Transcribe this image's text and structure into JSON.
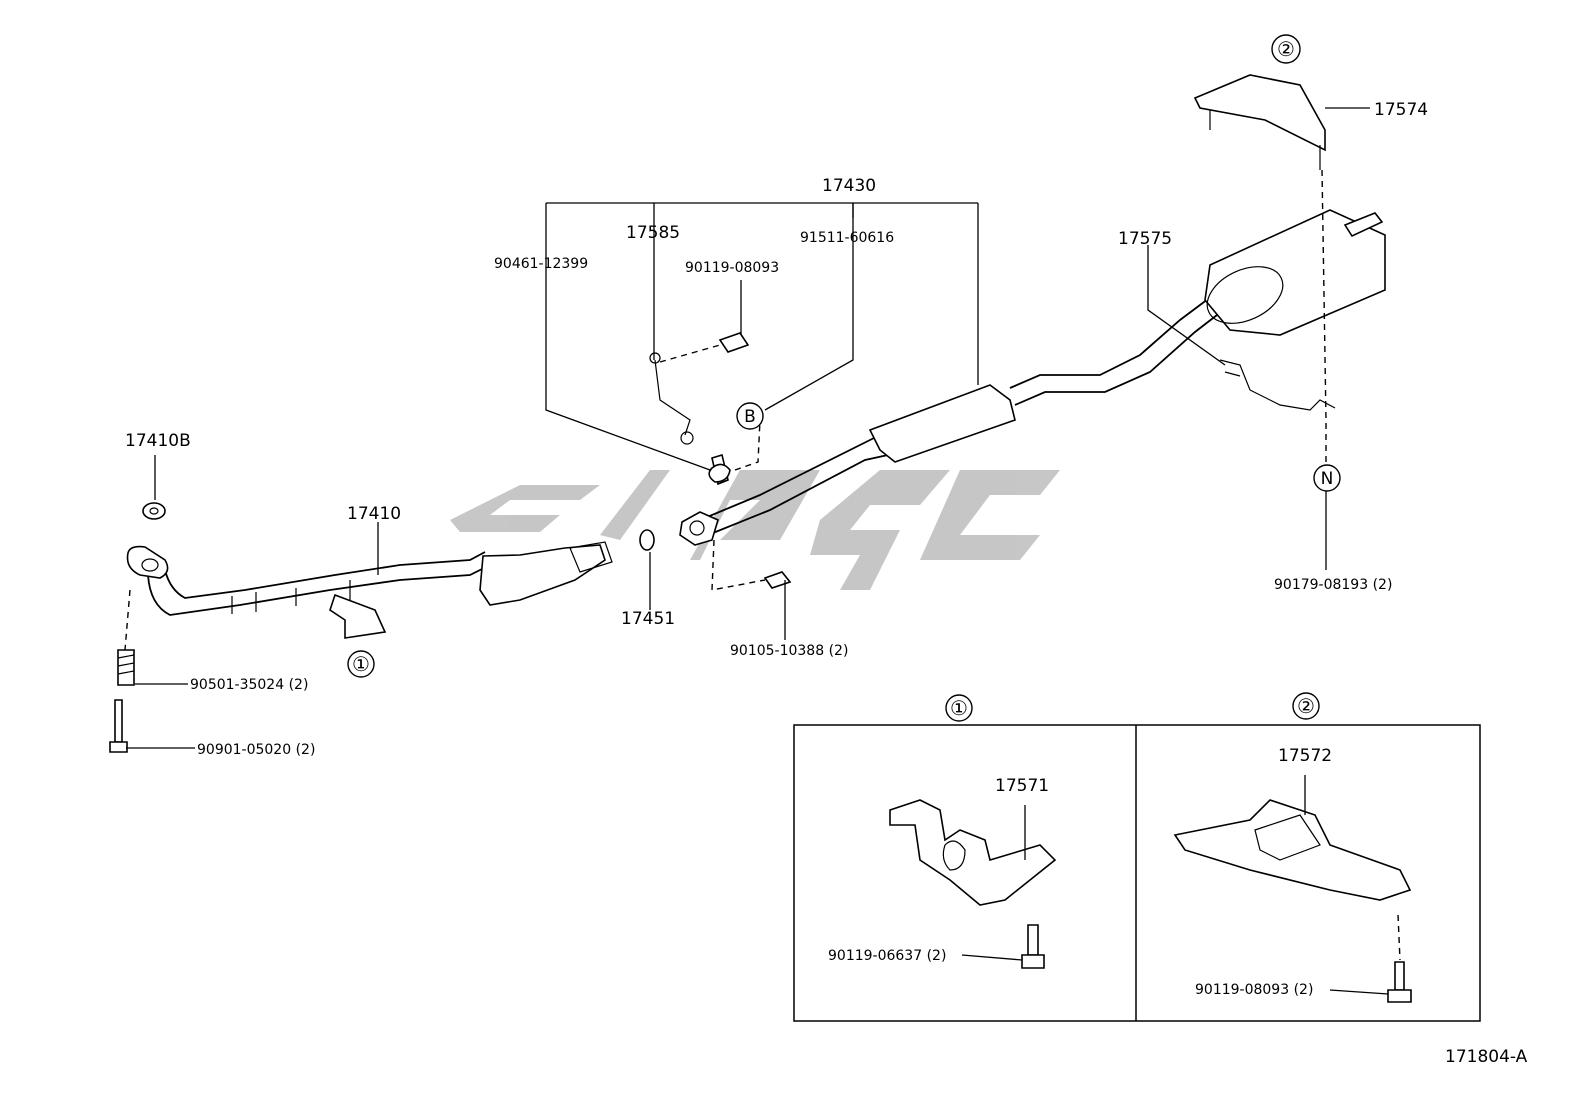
{
  "diagram": {
    "labels": {
      "p17574": "17574",
      "p17430": "17430",
      "p17585": "17585",
      "p91511": "91511-60616",
      "p90461": "90461-12399",
      "p90119_08093": "90119-08093",
      "p17575": "17575",
      "p17410b": "17410B",
      "p17410": "17410",
      "p17451": "17451",
      "p90105": "90105-10388 (2)",
      "p90501": "90501-35024 (2)",
      "p90901": "90901-05020 (2)",
      "p90179": "90179-08193 (2)",
      "p17571": "17571",
      "p90119_06637": "90119-06637 (2)",
      "p17572": "17572",
      "p90119_08093b": "90119-08093 (2)"
    },
    "markers": {
      "circle1": "①",
      "circle2": "②",
      "b": "B",
      "n": "N"
    },
    "figure_code": "171804-A"
  }
}
